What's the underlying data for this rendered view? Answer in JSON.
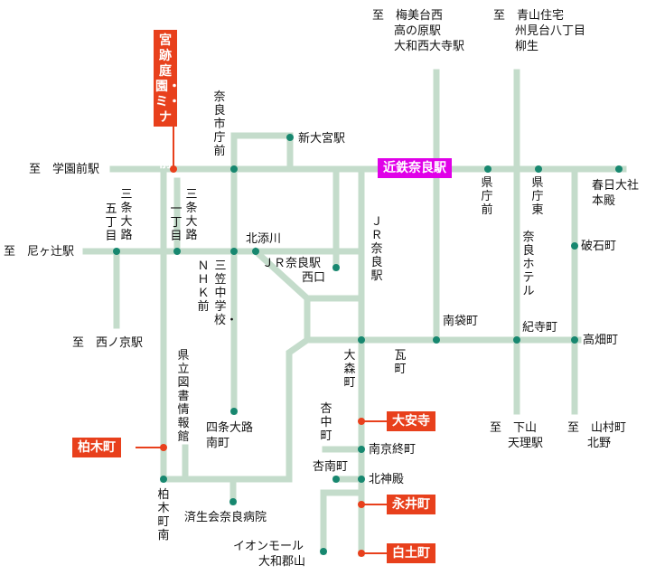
{
  "map": {
    "colors": {
      "route": "#c4dccb",
      "stop": "#17876f",
      "highlight": "#e8401c",
      "kintetsu": "#e000e8"
    },
    "highlighted_stops": {
      "miya": "宮跡庭園・ミ・ナーラ前",
      "kintetsu_nara": "近鉄奈良駅",
      "daianji": "大安寺",
      "kashiwagi": "柏木町",
      "nagai": "永井町",
      "hakudo": "白土町"
    },
    "destinations": {
      "gakuenmae": "至　学園前駅",
      "amagatsuji": "至　尼ヶ辻駅",
      "nishinokyo": "至　西ノ京駅",
      "umemidai_a": "至　梅美台西",
      "umemidai_b": "高の原駅",
      "umemidai_c": "大和西大寺駅",
      "aoyama_a": "至　青山住宅",
      "aoyama_b": "州見台八丁目",
      "aoyama_c": "柳生",
      "shimoyama_a": "至　下山",
      "shimoyama_b": "天理駅",
      "yamamura_a": "至　山村町",
      "yamamura_b": "北野"
    },
    "stops": {
      "shinomiya": "新大宮駅",
      "nara_shiyakusho": "奈良市庁前",
      "kencho": "県庁前",
      "kencho_higashi": "県庁東",
      "kasuga_a": "春日大社",
      "kasuga_b": "本殿",
      "haishi": "破石町",
      "nara_hotel": "奈良ホテル",
      "sanjo_5": "三条大路五丁目",
      "sanjo_1": "三条大路一丁目",
      "kitasoegawa": "北添川",
      "jr_nishi_a": "ＪＲ奈良駅",
      "jr_nishi_b": "西口",
      "jr_nara": "ＪＲ奈良駅",
      "nhk": "ＮＨＫ前",
      "mikasa": "三笠中学校・",
      "nanbukuro": "南袋町",
      "kidera": "紀寺町",
      "takabatake": "高畑町",
      "omori": "大森町",
      "kawara": "瓦町",
      "kenritsu": "県立図書情報館",
      "shijo": "四条大路南町",
      "anaka": "杏中町",
      "nankyo": "南京終町",
      "annan": "杏南町",
      "kitagono": "北神殿",
      "kashiwagi_minami": "柏木町南",
      "saiseikai": "済生会奈良病院",
      "aeon_a": "イオンモール",
      "aeon_b": "大和郡山"
    }
  }
}
